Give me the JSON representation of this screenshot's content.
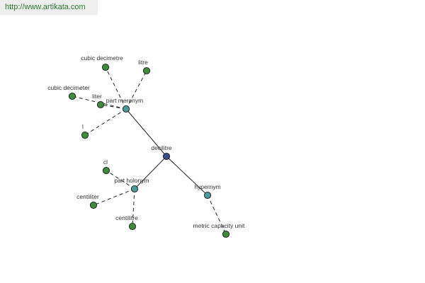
{
  "banner": {
    "link_text": "http://www.artikata.com"
  },
  "graph": {
    "colors": {
      "center": "#3a4a8c",
      "group": "#4a9a9a",
      "leaf": "#3f8a3f",
      "edge": "#222222"
    },
    "center": {
      "id": "decilitre",
      "label": "decilitre"
    },
    "groups": [
      {
        "id": "part-meronym",
        "label": "part meronym",
        "children": [
          {
            "id": "cubic-decimetre",
            "label": "cubic decimetre"
          },
          {
            "id": "litre",
            "label": "litre"
          },
          {
            "id": "cubic-decimeter",
            "label": "cubic decimeter"
          },
          {
            "id": "liter",
            "label": "liter"
          },
          {
            "id": "l",
            "label": "l"
          }
        ]
      },
      {
        "id": "part-holonym",
        "label": "part holonym",
        "children": [
          {
            "id": "cl",
            "label": "cl"
          },
          {
            "id": "centiliter",
            "label": "centiliter"
          },
          {
            "id": "centilitre",
            "label": "centilitre"
          }
        ]
      },
      {
        "id": "hypernym",
        "label": "hypernym",
        "children": [
          {
            "id": "metric-capacity-unit",
            "label": "metric capacity unit"
          }
        ]
      }
    ]
  }
}
